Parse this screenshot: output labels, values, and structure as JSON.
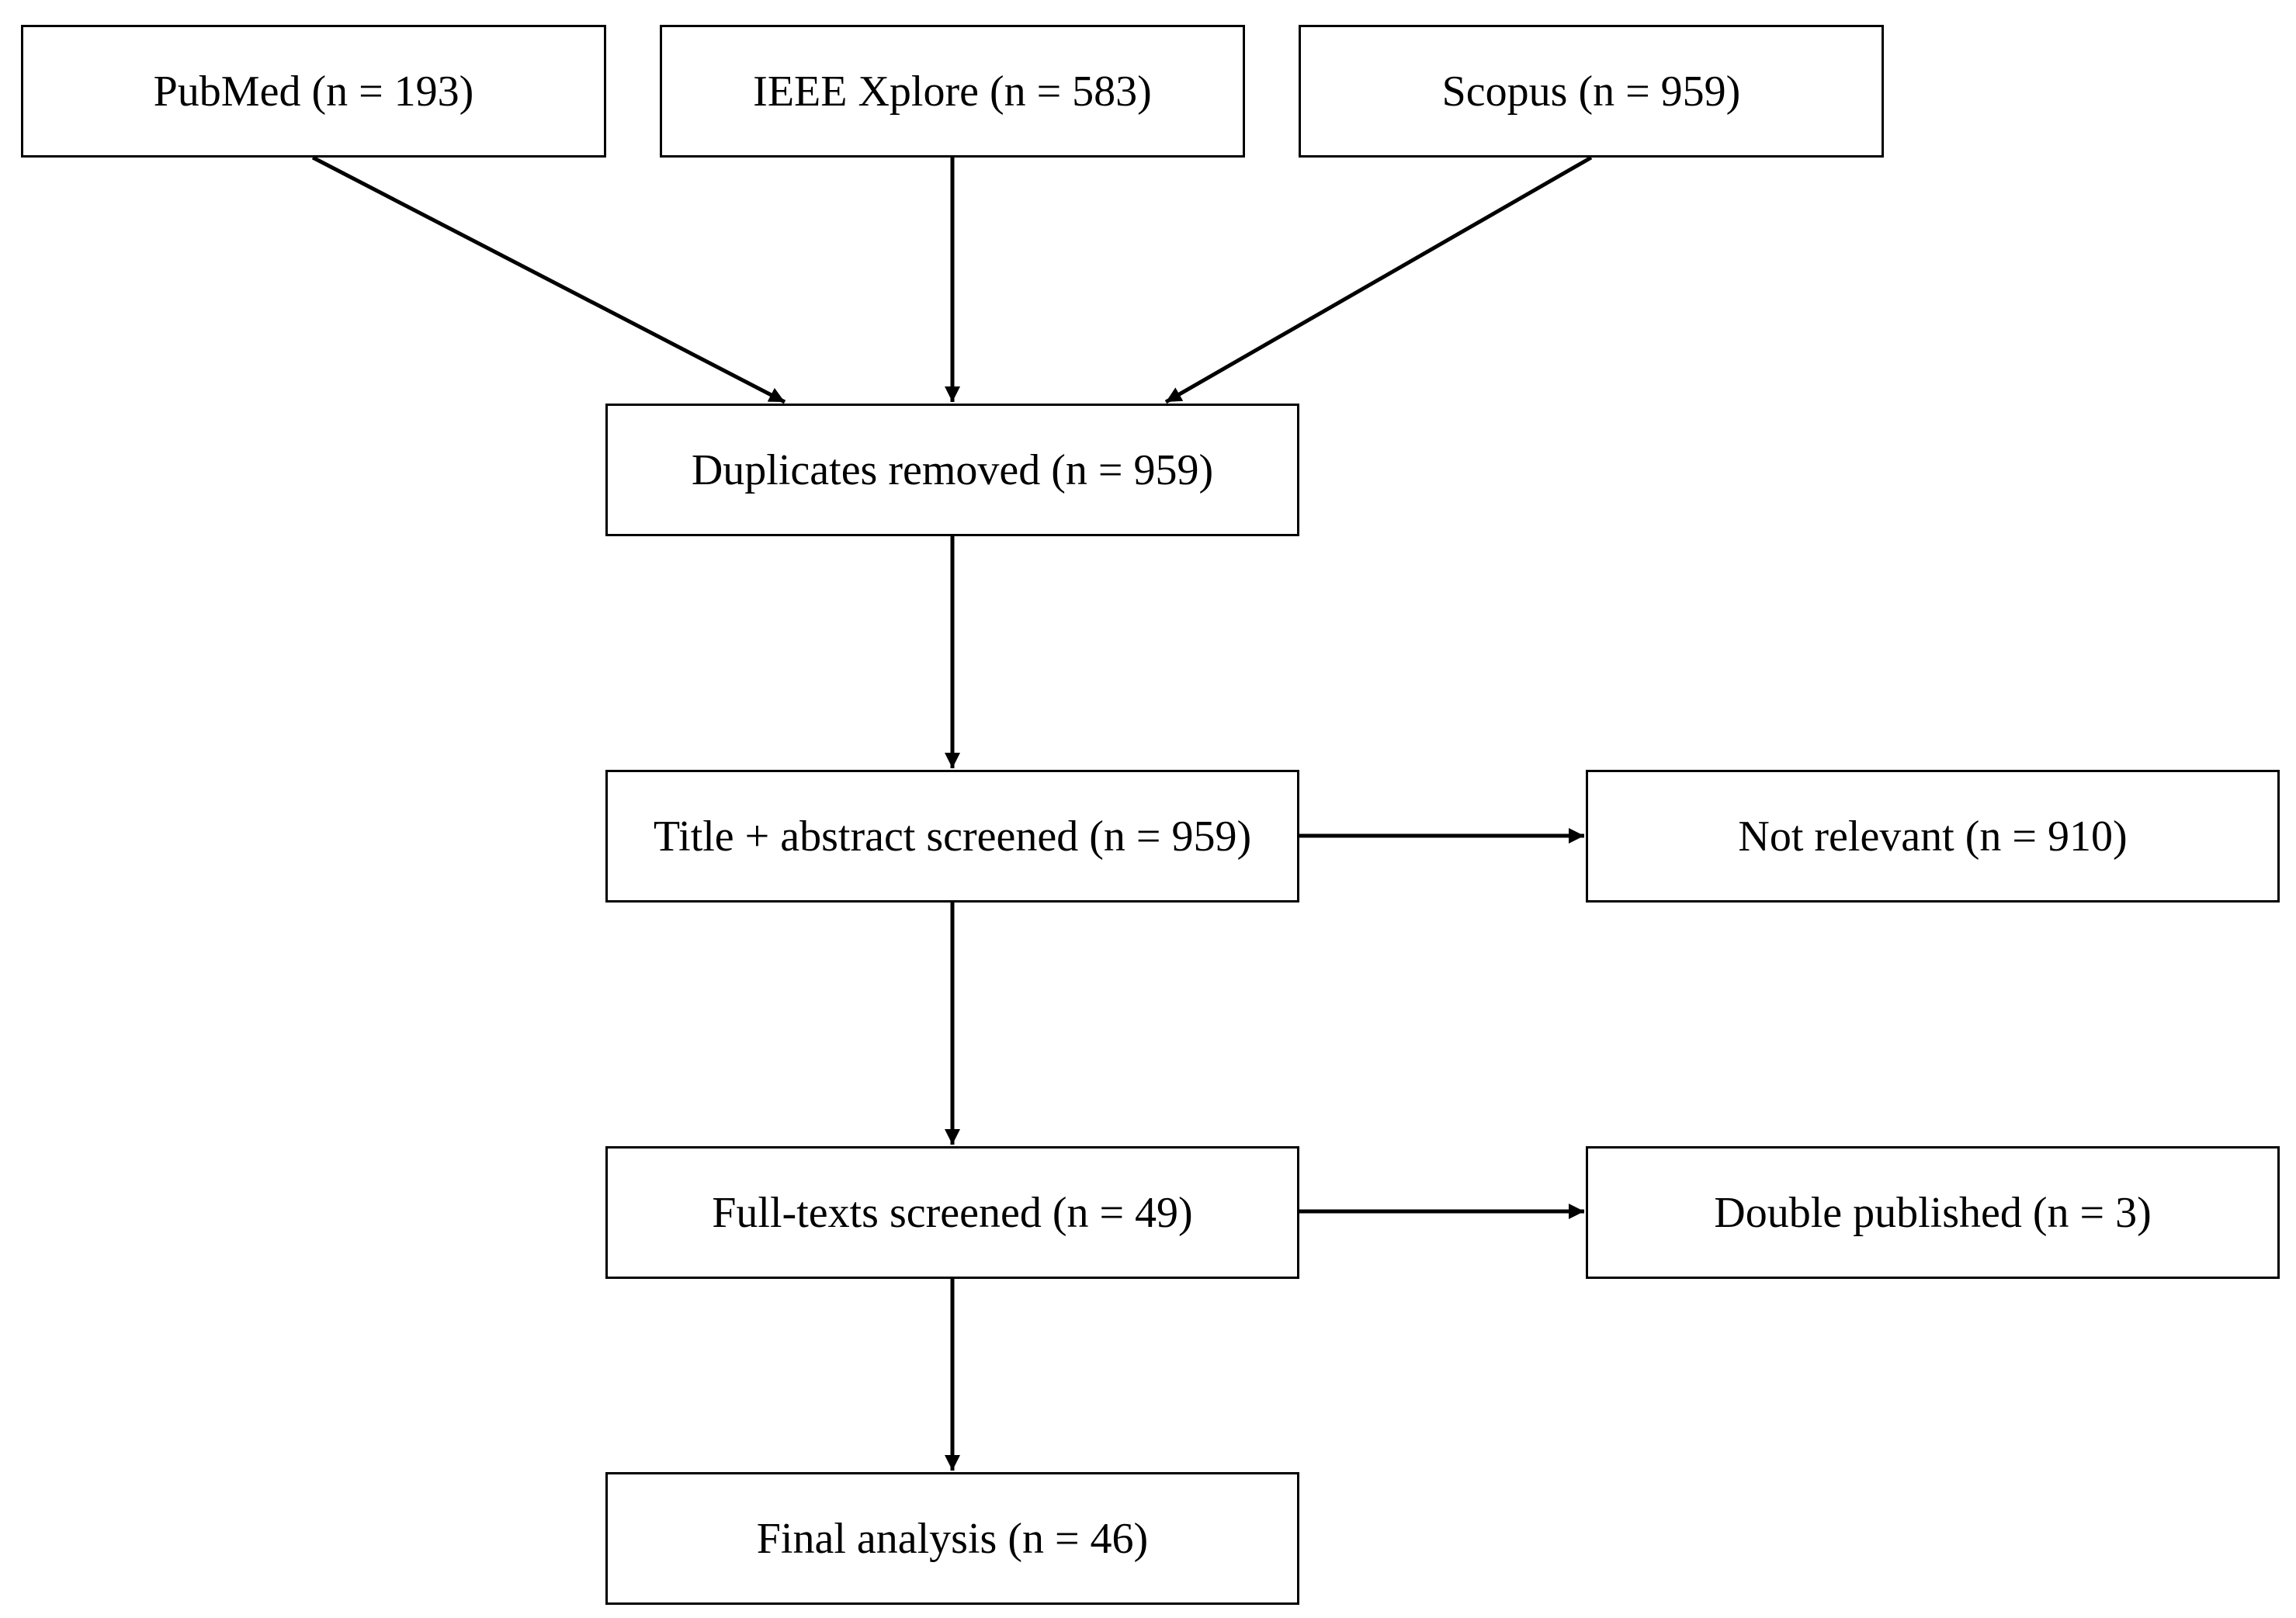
{
  "sources": {
    "pubmed": "PubMed (n = 193)",
    "ieee": "IEEE Xplore (n = 583)",
    "scopus": "Scopus (n = 959)"
  },
  "steps": {
    "duplicates": "Duplicates removed (n = 959)",
    "title_abstract": "Title + abstract screened (n = 959)",
    "full_texts": "Full-texts screened (n = 49)",
    "final": "Final analysis (n = 46)"
  },
  "exclusions": {
    "not_relevant": "Not relevant (n = 910)",
    "double_published": "Double published (n = 3)"
  },
  "colors": {
    "stroke": "#000000",
    "background": "#ffffff"
  }
}
